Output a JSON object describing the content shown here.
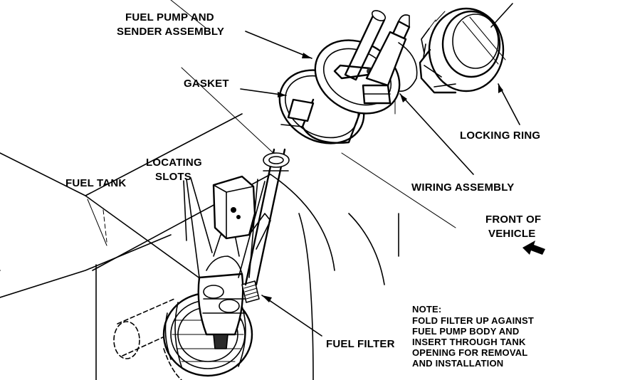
{
  "labels": {
    "fuel_pump": [
      "FUEL PUMP AND",
      "SENDER ASSEMBLY"
    ],
    "gasket": "GASKET",
    "locking_ring": "LOCKING RING",
    "locating_slots": [
      "LOCATING",
      "SLOTS"
    ],
    "fuel_tank": "FUEL TANK",
    "wiring_assembly": "WIRING ASSEMBLY",
    "front_of_vehicle": [
      "FRONT OF",
      "VEHICLE"
    ],
    "fuel_filter": "FUEL FILTER"
  },
  "note": {
    "title": "NOTE:",
    "lines": [
      "FOLD FILTER UP AGAINST",
      "FUEL PUMP BODY AND",
      "INSERT THROUGH TANK",
      "OPENING FOR REMOVAL",
      "AND INSTALLATION"
    ]
  },
  "icons": {
    "direction_arrow": "front-arrow-icon"
  }
}
